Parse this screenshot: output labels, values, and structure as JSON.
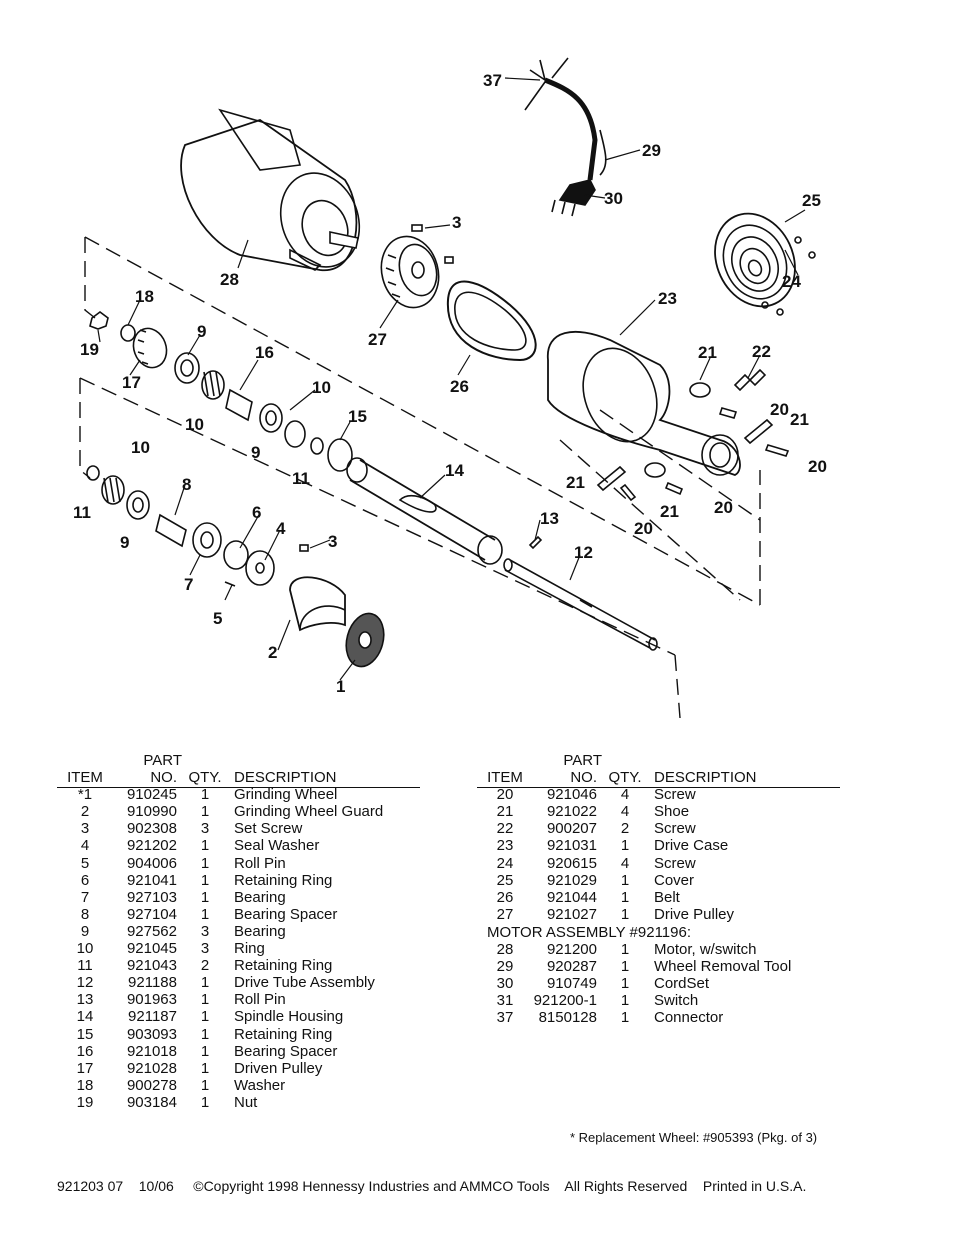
{
  "callouts": [
    "37",
    "29",
    "30",
    "25",
    "3",
    "24",
    "28",
    "27",
    "26",
    "23",
    "18",
    "19",
    "17",
    "9",
    "16",
    "21",
    "22",
    "20",
    "10",
    "15",
    "14",
    "13",
    "12",
    "11",
    "8",
    "6",
    "4",
    "7",
    "5",
    "2",
    "1"
  ],
  "left_table": {
    "header": {
      "part_top": "PART",
      "item": "ITEM",
      "part": "NO.",
      "qty": "QTY.",
      "desc": "DESCRIPTION"
    },
    "rows": [
      {
        "item": "*1",
        "part": "910245",
        "qty": "1",
        "desc": "Grinding Wheel"
      },
      {
        "item": "2",
        "part": "910990",
        "qty": "1",
        "desc": "Grinding Wheel Guard"
      },
      {
        "item": "3",
        "part": "902308",
        "qty": "3",
        "desc": "Set Screw"
      },
      {
        "item": "4",
        "part": "921202",
        "qty": "1",
        "desc": "Seal Washer"
      },
      {
        "item": "5",
        "part": "904006",
        "qty": "1",
        "desc": "Roll Pin"
      },
      {
        "item": "6",
        "part": "921041",
        "qty": "1",
        "desc": "Retaining Ring"
      },
      {
        "item": "7",
        "part": "927103",
        "qty": "1",
        "desc": "Bearing"
      },
      {
        "item": "8",
        "part": "927104",
        "qty": "1",
        "desc": "Bearing Spacer"
      },
      {
        "item": "9",
        "part": "927562",
        "qty": "3",
        "desc": "Bearing"
      },
      {
        "item": "10",
        "part": "921045",
        "qty": "3",
        "desc": "Ring"
      },
      {
        "item": "11",
        "part": "921043",
        "qty": "2",
        "desc": "Retaining Ring"
      },
      {
        "item": "12",
        "part": "921188",
        "qty": "1",
        "desc": "Drive Tube Assembly"
      },
      {
        "item": "13",
        "part": "901963",
        "qty": "1",
        "desc": "Roll Pin"
      },
      {
        "item": "14",
        "part": "921187",
        "qty": "1",
        "desc": "Spindle Housing"
      },
      {
        "item": "15",
        "part": "903093",
        "qty": "1",
        "desc": "Retaining Ring"
      },
      {
        "item": "16",
        "part": "921018",
        "qty": "1",
        "desc": "Bearing Spacer"
      },
      {
        "item": "17",
        "part": "921028",
        "qty": "1",
        "desc": "Driven Pulley"
      },
      {
        "item": "18",
        "part": "900278",
        "qty": "1",
        "desc": "Washer"
      },
      {
        "item": "19",
        "part": "903184",
        "qty": "1",
        "desc": "Nut"
      }
    ]
  },
  "right_table": {
    "header": {
      "part_top": "PART",
      "item": "ITEM",
      "part": "NO.",
      "qty": "QTY.",
      "desc": "DESCRIPTION"
    },
    "rows": [
      {
        "item": "20",
        "part": "921046",
        "qty": "4",
        "desc": "Screw"
      },
      {
        "item": "21",
        "part": "921022",
        "qty": "4",
        "desc": "Shoe"
      },
      {
        "item": "22",
        "part": "900207",
        "qty": "2",
        "desc": "Screw"
      },
      {
        "item": "23",
        "part": "921031",
        "qty": "1",
        "desc": "Drive Case"
      },
      {
        "item": "24",
        "part": "920615",
        "qty": "4",
        "desc": "Screw"
      },
      {
        "item": "25",
        "part": "921029",
        "qty": "1",
        "desc": "Cover"
      },
      {
        "item": "26",
        "part": "921044",
        "qty": "1",
        "desc": "Belt"
      },
      {
        "item": "27",
        "part": "921027",
        "qty": "1",
        "desc": "Drive Pulley"
      }
    ],
    "section_title": "MOTOR ASSEMBLY #921196:",
    "section_rows": [
      {
        "item": "28",
        "part": "921200",
        "qty": "1",
        "desc": "Motor, w/switch"
      },
      {
        "item": "29",
        "part": "920287",
        "qty": "1",
        "desc": "Wheel Removal Tool"
      },
      {
        "item": "30",
        "part": "910749",
        "qty": "1",
        "desc": "CordSet"
      },
      {
        "item": "31",
        "part": "921200-1",
        "qty": "1",
        "desc": "Switch"
      },
      {
        "item": "37",
        "part": "8150128",
        "qty": "1",
        "desc": "Connector"
      }
    ]
  },
  "footnote": "* Replacement Wheel: #905393 (Pkg. of 3)",
  "footer": {
    "doc_no": "921203 07",
    "date": "10/06",
    "copyright": "©Copyright 1998 Hennessy Industries and AMMCO Tools",
    "rights": "All Rights Reserved",
    "printed": "Printed in U.S.A."
  }
}
